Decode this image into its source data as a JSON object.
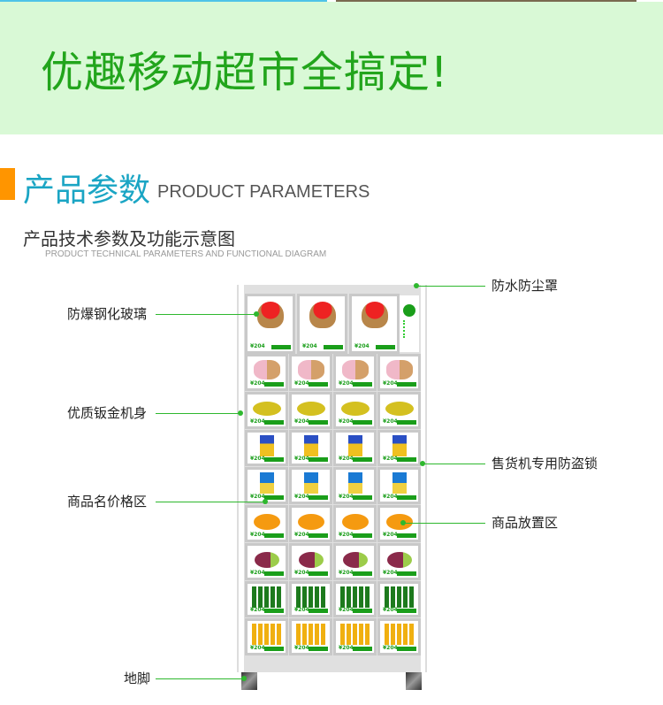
{
  "banner": {
    "title": "优趣移动超市全搞定!"
  },
  "section": {
    "title": "产品参数",
    "title_en": "PRODUCT PARAMETERS",
    "subtitle": "产品技术参数及功能示意图",
    "subtitle_en": "PRODUCT TECHNICAL PARAMETERS AND FUNCTIONAL DIAGRAM"
  },
  "labels": {
    "glass": "防爆钢化玻璃",
    "body": "优质钣金机身",
    "price_zone": "商品名价格区",
    "feet": "地脚",
    "cover": "防水防尘罩",
    "lock": "售货机专用防盗锁",
    "product_zone": "商品放置区"
  },
  "machine": {
    "price": "¥204",
    "top_row": [
      "flowers",
      "flowers",
      "flowers"
    ],
    "rows": [
      "bears",
      "dinosaur",
      "snack",
      "drink-box",
      "oranges",
      "grapes",
      "green-beer",
      "yellow-beer"
    ],
    "colors": {
      "accent": "#2eb82e",
      "frame": "#c9c9c9",
      "body": "#e0e0e0"
    }
  }
}
